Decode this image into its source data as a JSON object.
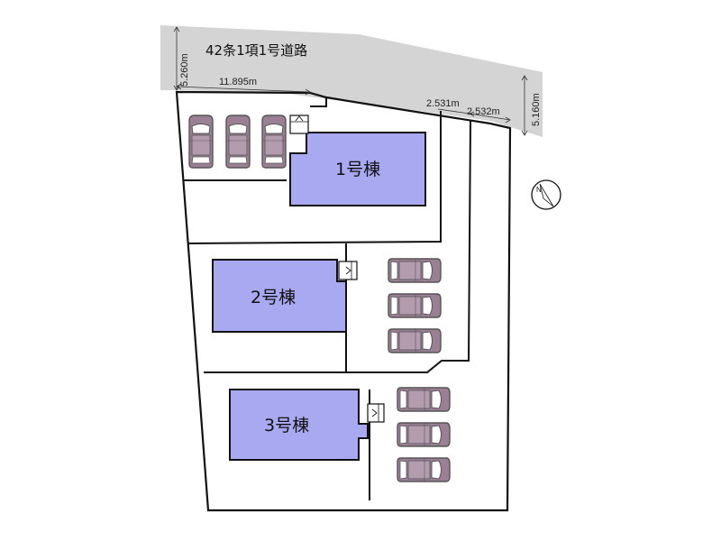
{
  "road": {
    "label": "42条1項1号道路",
    "color": "#d4d4d4"
  },
  "buildings": [
    {
      "label": "1号棟",
      "fill": "#a9a9f2"
    },
    {
      "label": "2号棟",
      "fill": "#a9a9f2"
    },
    {
      "label": "3号棟",
      "fill": "#a9a9f2"
    }
  ],
  "dimensions": {
    "road_depth_left": "5.260m",
    "frontage": "11.895m",
    "lane_a": "2.531m",
    "lane_b": "2.532m",
    "road_depth_right": "5.160m"
  },
  "cars": {
    "count": 9,
    "body_color": "#9a7f95",
    "outline_color": "#555555"
  },
  "compass": {
    "icon": "north-arrow-icon",
    "letter": "N"
  }
}
